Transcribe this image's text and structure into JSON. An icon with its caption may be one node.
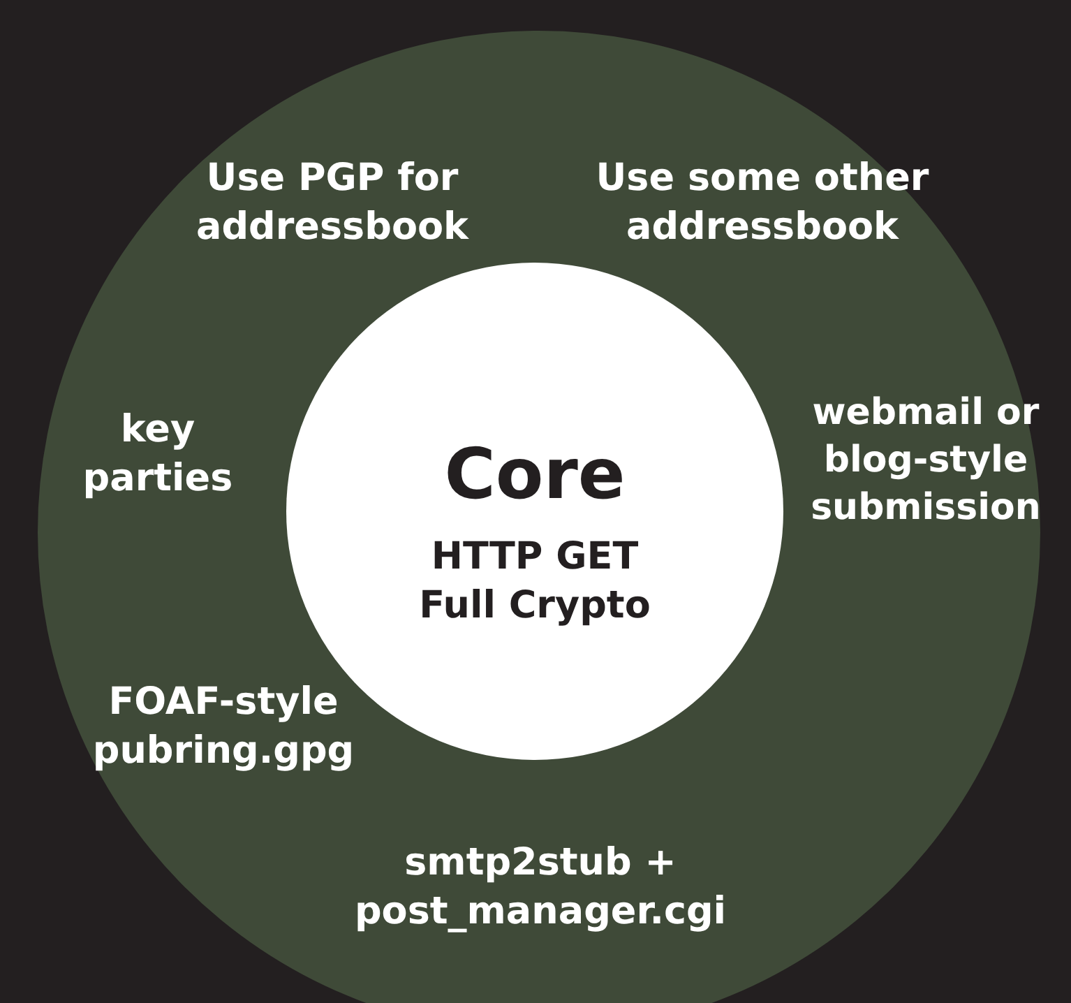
{
  "diagram": {
    "nodes": [
      {
        "text": [
          "Use PGP for addressbook",
          "Use some other addressbook",
          "key parties",
          "webmail or blog-style submission",
          "FOAF-style pubring.gpg",
          "smtp2stub + post_manager.cgi"
        ]
      },
      {
        "text": [
          "Core",
          "HTTP GET Full Crypto"
        ],
        "in": 0
      }
    ]
  }
}
